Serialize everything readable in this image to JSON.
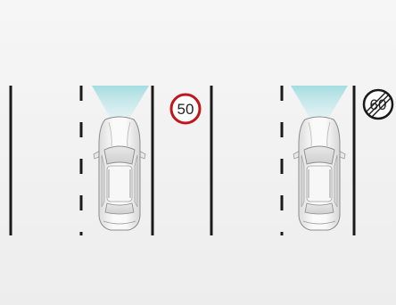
{
  "scenes": [
    {
      "sign_value": "50",
      "sign_state": "active"
    },
    {
      "sign_value": "60",
      "sign_state": "cancelled"
    }
  ],
  "colors": {
    "background": "#efefef",
    "lane_line": "#1a1a1a",
    "sign_ring": "#c0161c",
    "camera_beam": "#a8dfe3",
    "car_body": "#f4f4f4"
  },
  "icons": [
    "speed-limit-sign",
    "end-of-speed-limit-sign",
    "car-top-view",
    "camera-detection-beam"
  ]
}
